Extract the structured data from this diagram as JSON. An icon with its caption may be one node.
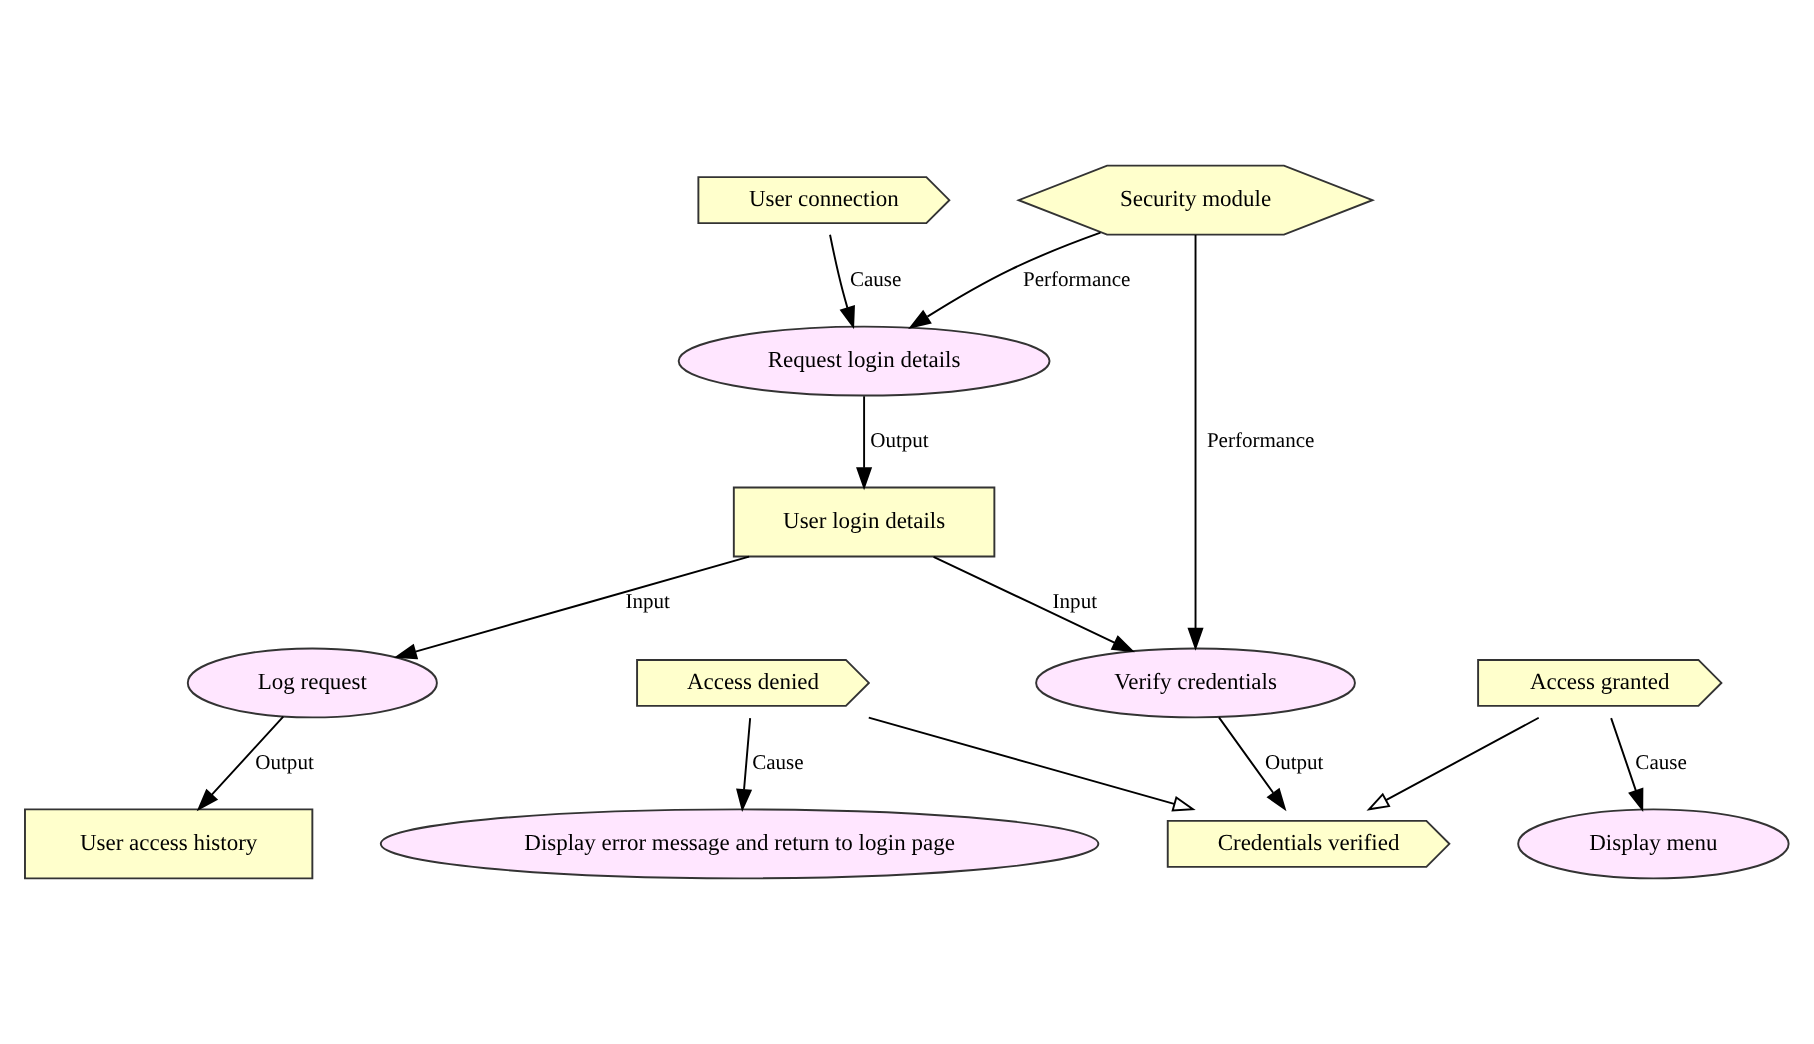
{
  "diagram": {
    "nodes": [
      {
        "text": [
          "User connection"
        ]
      },
      {
        "text": [
          "Request login details"
        ]
      },
      {
        "text": [
          "Security module"
        ]
      },
      {
        "text": [
          "User login details"
        ]
      },
      {
        "text": [
          "Verify credentials"
        ]
      },
      {
        "text": [
          "Credentials verified"
        ]
      },
      {
        "text": [
          "Log request"
        ]
      },
      {
        "text": [
          "User access history"
        ]
      },
      {
        "text": [
          "Access denied"
        ]
      },
      {
        "text": [
          "Access granted"
        ]
      },
      {
        "text": [
          "Display error message and return to login page"
        ]
      },
      {
        "text": [
          "Display menu"
        ]
      }
    ],
    "edges": [
      {
        "from": 0,
        "to": 1,
        "arrow": "to",
        "label": "Cause"
      },
      {
        "from": 2,
        "to": 1,
        "arrow": "to",
        "label": "Performance"
      },
      {
        "from": 1,
        "to": 3,
        "arrow": "to",
        "label": "Output"
      },
      {
        "from": 3,
        "to": 4,
        "arrow": "to",
        "label": "Input"
      },
      {
        "from": 2,
        "to": 4,
        "arrow": "to",
        "label": "Performance"
      },
      {
        "from": 3,
        "to": 6,
        "arrow": "to",
        "label": "Input"
      },
      {
        "from": 4,
        "to": 5,
        "arrow": "to",
        "label": "Output"
      },
      {
        "from": 6,
        "to": 7,
        "arrow": "to",
        "label": "Output"
      },
      {
        "from": 8,
        "to": 5,
        "arrow": "to"
      },
      {
        "from": 9,
        "to": 5,
        "arrow": "to"
      },
      {
        "from": 8,
        "to": 10,
        "arrow": "to",
        "label": "Cause"
      },
      {
        "from": 9,
        "to": 11,
        "arrow": "to",
        "label": "Cause"
      }
    ]
  }
}
